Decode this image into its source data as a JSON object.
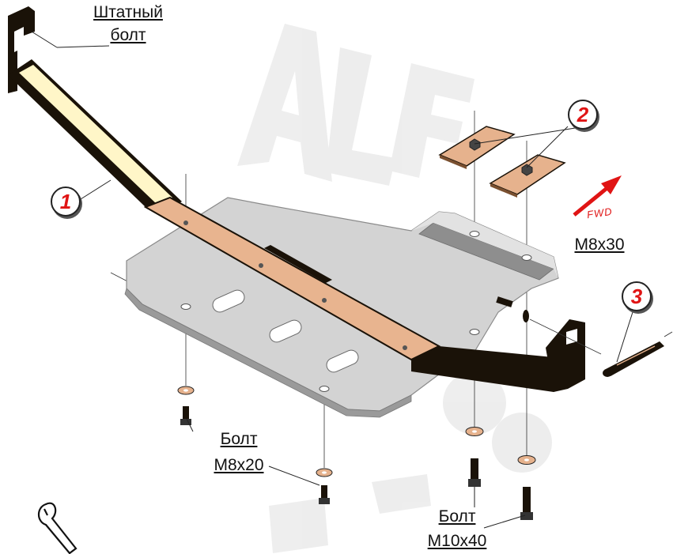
{
  "labels": {
    "stock_bolt_line1": "Штатный",
    "stock_bolt_line2": "болт",
    "bolt_m8x20_line1": "Болт",
    "bolt_m8x20_line2": "M8x20",
    "bolt_m10x40_line1": "Болт",
    "bolt_m10x40_line2": "M10x40",
    "m8x30": "M8x30"
  },
  "badges": [
    "1",
    "2",
    "3"
  ],
  "fwd_label": "FWD",
  "colors": {
    "badge_number": "#e01414",
    "arrow": "#e01414",
    "bracket_face": "#e8b48f",
    "bracket_edge": "#1a1208",
    "plate_fill": "#d3d3d3",
    "plate_edge": "#8a8a8a",
    "watermark": "#ececec",
    "washer": "#e6b28d"
  },
  "icons": [
    "wrench-icon",
    "fwd-arrow-icon"
  ]
}
